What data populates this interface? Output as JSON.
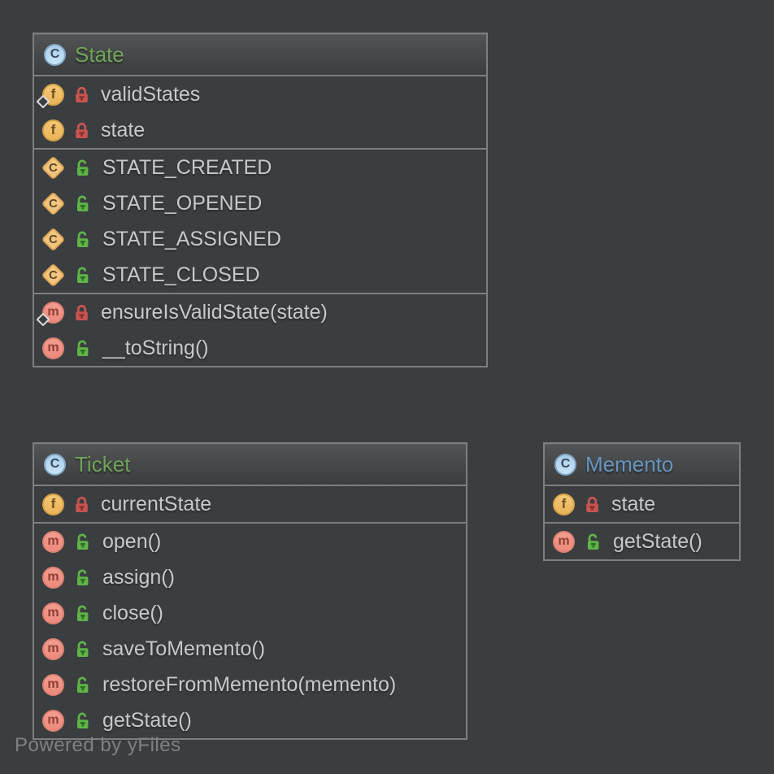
{
  "canvas": {
    "background": "#3b3e40"
  },
  "watermark": {
    "text": "Powered by yFiles",
    "color": "#7e8082"
  },
  "icon_letters": {
    "class": "C",
    "field": "f",
    "method": "m",
    "constant": "C"
  },
  "colors": {
    "node_border": "#7c7e80",
    "member_text": "#c6c8ca",
    "lock_private": "#c75450",
    "lock_private_keyhole": "#84332e",
    "lock_public": "#5fb348",
    "lock_public_keyhole": "#2f6e28",
    "field_icon_fill": "#f1c36e",
    "method_icon_fill": "#f0958a",
    "constant_icon_fill": "#f2c57e",
    "class_icon_fill": "#aed2ee",
    "title_green": "#6fa457",
    "title_blue": "#6695c0"
  },
  "classes": [
    {
      "name": "State",
      "title_color": "#6fa457",
      "sections": [
        {
          "kind": "fields",
          "rows": [
            {
              "kind": "field",
              "visibility": "private",
              "static": true,
              "label": "validStates"
            },
            {
              "kind": "field",
              "visibility": "private",
              "static": false,
              "label": "state"
            }
          ]
        },
        {
          "kind": "constants",
          "rows": [
            {
              "kind": "constant",
              "visibility": "public",
              "static": false,
              "label": "STATE_CREATED"
            },
            {
              "kind": "constant",
              "visibility": "public",
              "static": false,
              "label": "STATE_OPENED"
            },
            {
              "kind": "constant",
              "visibility": "public",
              "static": false,
              "label": "STATE_ASSIGNED"
            },
            {
              "kind": "constant",
              "visibility": "public",
              "static": false,
              "label": "STATE_CLOSED"
            }
          ]
        },
        {
          "kind": "methods",
          "rows": [
            {
              "kind": "method",
              "visibility": "private",
              "static": true,
              "label": "ensureIsValidState(state)"
            },
            {
              "kind": "method",
              "visibility": "public",
              "static": false,
              "label": "__toString()"
            }
          ]
        }
      ]
    },
    {
      "name": "Ticket",
      "title_color": "#6fa457",
      "sections": [
        {
          "kind": "fields",
          "rows": [
            {
              "kind": "field",
              "visibility": "private",
              "static": false,
              "label": "currentState"
            }
          ]
        },
        {
          "kind": "methods",
          "rows": [
            {
              "kind": "method",
              "visibility": "public",
              "static": false,
              "label": "open()"
            },
            {
              "kind": "method",
              "visibility": "public",
              "static": false,
              "label": "assign()"
            },
            {
              "kind": "method",
              "visibility": "public",
              "static": false,
              "label": "close()"
            },
            {
              "kind": "method",
              "visibility": "public",
              "static": false,
              "label": "saveToMemento()"
            },
            {
              "kind": "method",
              "visibility": "public",
              "static": false,
              "label": "restoreFromMemento(memento)"
            },
            {
              "kind": "method",
              "visibility": "public",
              "static": false,
              "label": "getState()"
            }
          ]
        }
      ]
    },
    {
      "name": "Memento",
      "title_color": "#6695c0",
      "sections": [
        {
          "kind": "fields",
          "rows": [
            {
              "kind": "field",
              "visibility": "private",
              "static": false,
              "label": "state"
            }
          ]
        },
        {
          "kind": "methods",
          "rows": [
            {
              "kind": "method",
              "visibility": "public",
              "static": false,
              "label": "getState()"
            }
          ]
        }
      ]
    }
  ]
}
